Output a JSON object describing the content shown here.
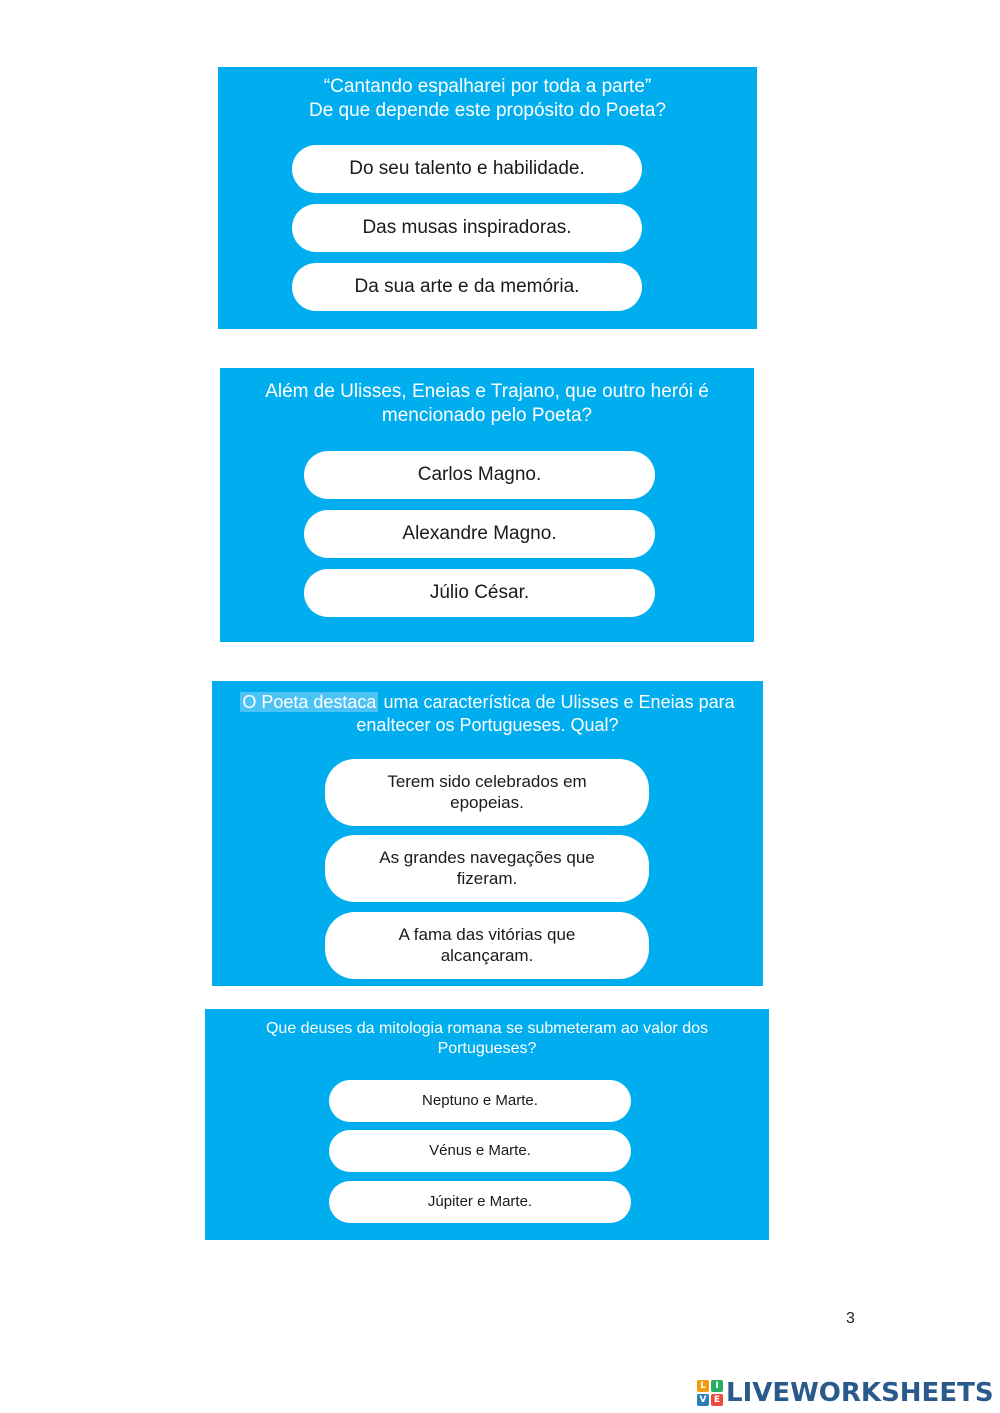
{
  "questions": [
    {
      "lines": [
        "“Cantando espalharei por toda a parte”",
        "De que depende este propósito do Poeta?"
      ],
      "options": [
        "Do seu talento e habilidade.",
        "Das musas inspiradoras.",
        "Da sua arte e da memória."
      ]
    },
    {
      "lines": [
        "Além de Ulisses, Eneias e Trajano, que outro herói é",
        "mencionado pelo Poeta?"
      ],
      "options": [
        "Carlos Magno.",
        "Alexandre Magno.",
        "Júlio César."
      ]
    },
    {
      "highlight": "O Poeta destaca",
      "lines": [
        " uma característica de Ulisses e Eneias para",
        "enaltecer os Portugueses. Qual?"
      ],
      "options": [
        "Terem sido celebrados em epopeias.",
        "As grandes navegações que fizeram.",
        "A fama das vitórias que alcançaram."
      ]
    },
    {
      "lines": [
        "Que deuses da mitologia romana se submeteram ao valor dos",
        "Portugueses?"
      ],
      "options": [
        "Neptuno e Marte.",
        "Vénus e Marte.",
        "Júpiter e Marte."
      ]
    }
  ],
  "page_number": "3",
  "brand": {
    "name": "LIVEWORKSHEETS",
    "icon_letters": [
      "L",
      "I",
      "V",
      "E"
    ],
    "icon": "liveworksheets-logo-icon",
    "colors": {
      "card": "#00aef0",
      "highlight": "#4cc3f5",
      "brand_text": "#2a5a8c"
    }
  }
}
